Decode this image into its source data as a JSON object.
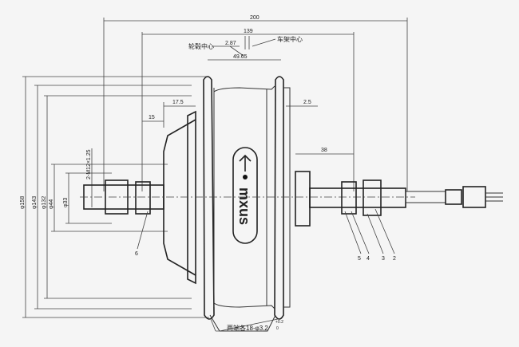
{
  "drawing": {
    "dimensions": {
      "overall_width": "200",
      "flange_span": "139",
      "hub_center_label": "轮毂中心",
      "frame_center_label": "车架中心",
      "center_offset": "2.87",
      "flange_distance": "49.65",
      "left_cone": "17.5",
      "left_axle_step": "15",
      "right_step": "2.5",
      "right_axle": "38",
      "thread": "2-M12×1.25",
      "dia_158": "φ158",
      "dia_143": "φ143",
      "dia_132": "φ132",
      "dia_44": "φ44",
      "dia_33": "φ33",
      "spoke_holes": "两端各18-φ3.2",
      "tol_upper": "+0.2",
      "tol_lower": "0"
    },
    "part_callouts": [
      "6",
      "5",
      "4",
      "3",
      "2"
    ],
    "logo_text": "mxus"
  }
}
